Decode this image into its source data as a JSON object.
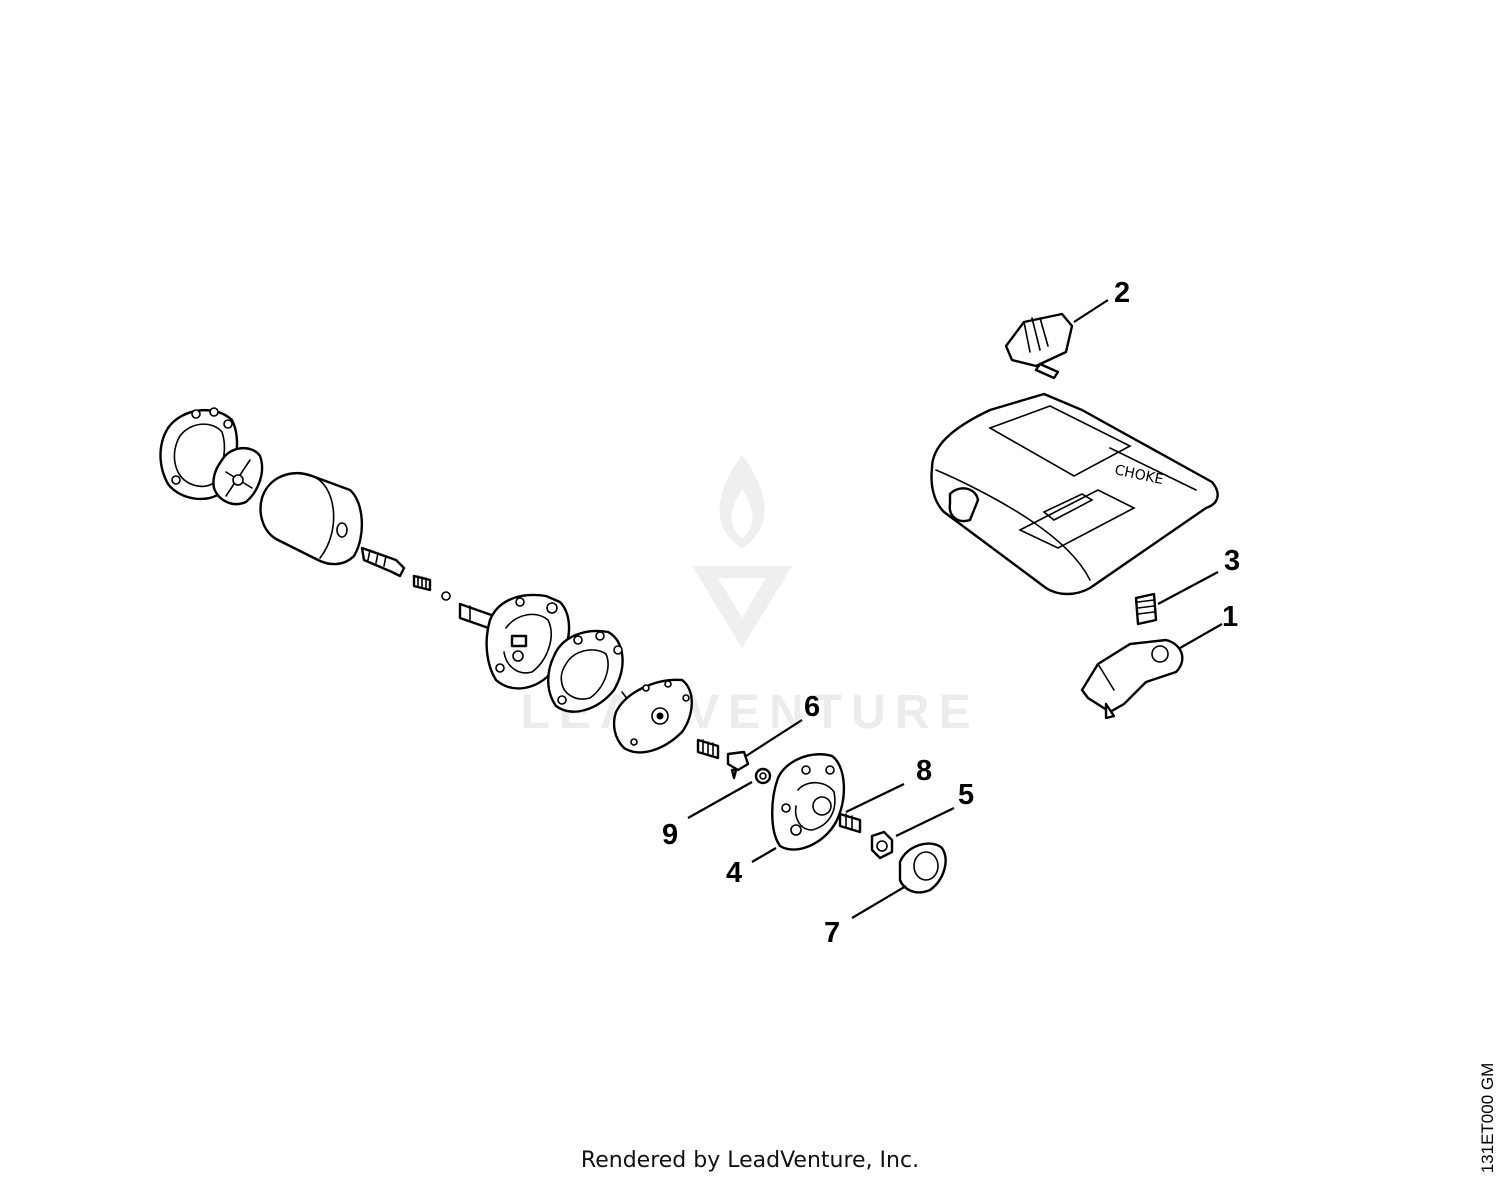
{
  "diagram": {
    "watermark_text": "LEADVENTURE",
    "choke_label": "CHOKE",
    "callouts": [
      {
        "id": "1",
        "label": "1"
      },
      {
        "id": "2",
        "label": "2"
      },
      {
        "id": "3",
        "label": "3"
      },
      {
        "id": "4",
        "label": "4"
      },
      {
        "id": "5",
        "label": "5"
      },
      {
        "id": "6",
        "label": "6"
      },
      {
        "id": "7",
        "label": "7"
      },
      {
        "id": "8",
        "label": "8"
      },
      {
        "id": "9",
        "label": "9"
      }
    ]
  },
  "footer": {
    "rendered_by": "Rendered by LeadVenture, Inc.",
    "drawing_number": "131ET000 GM"
  }
}
